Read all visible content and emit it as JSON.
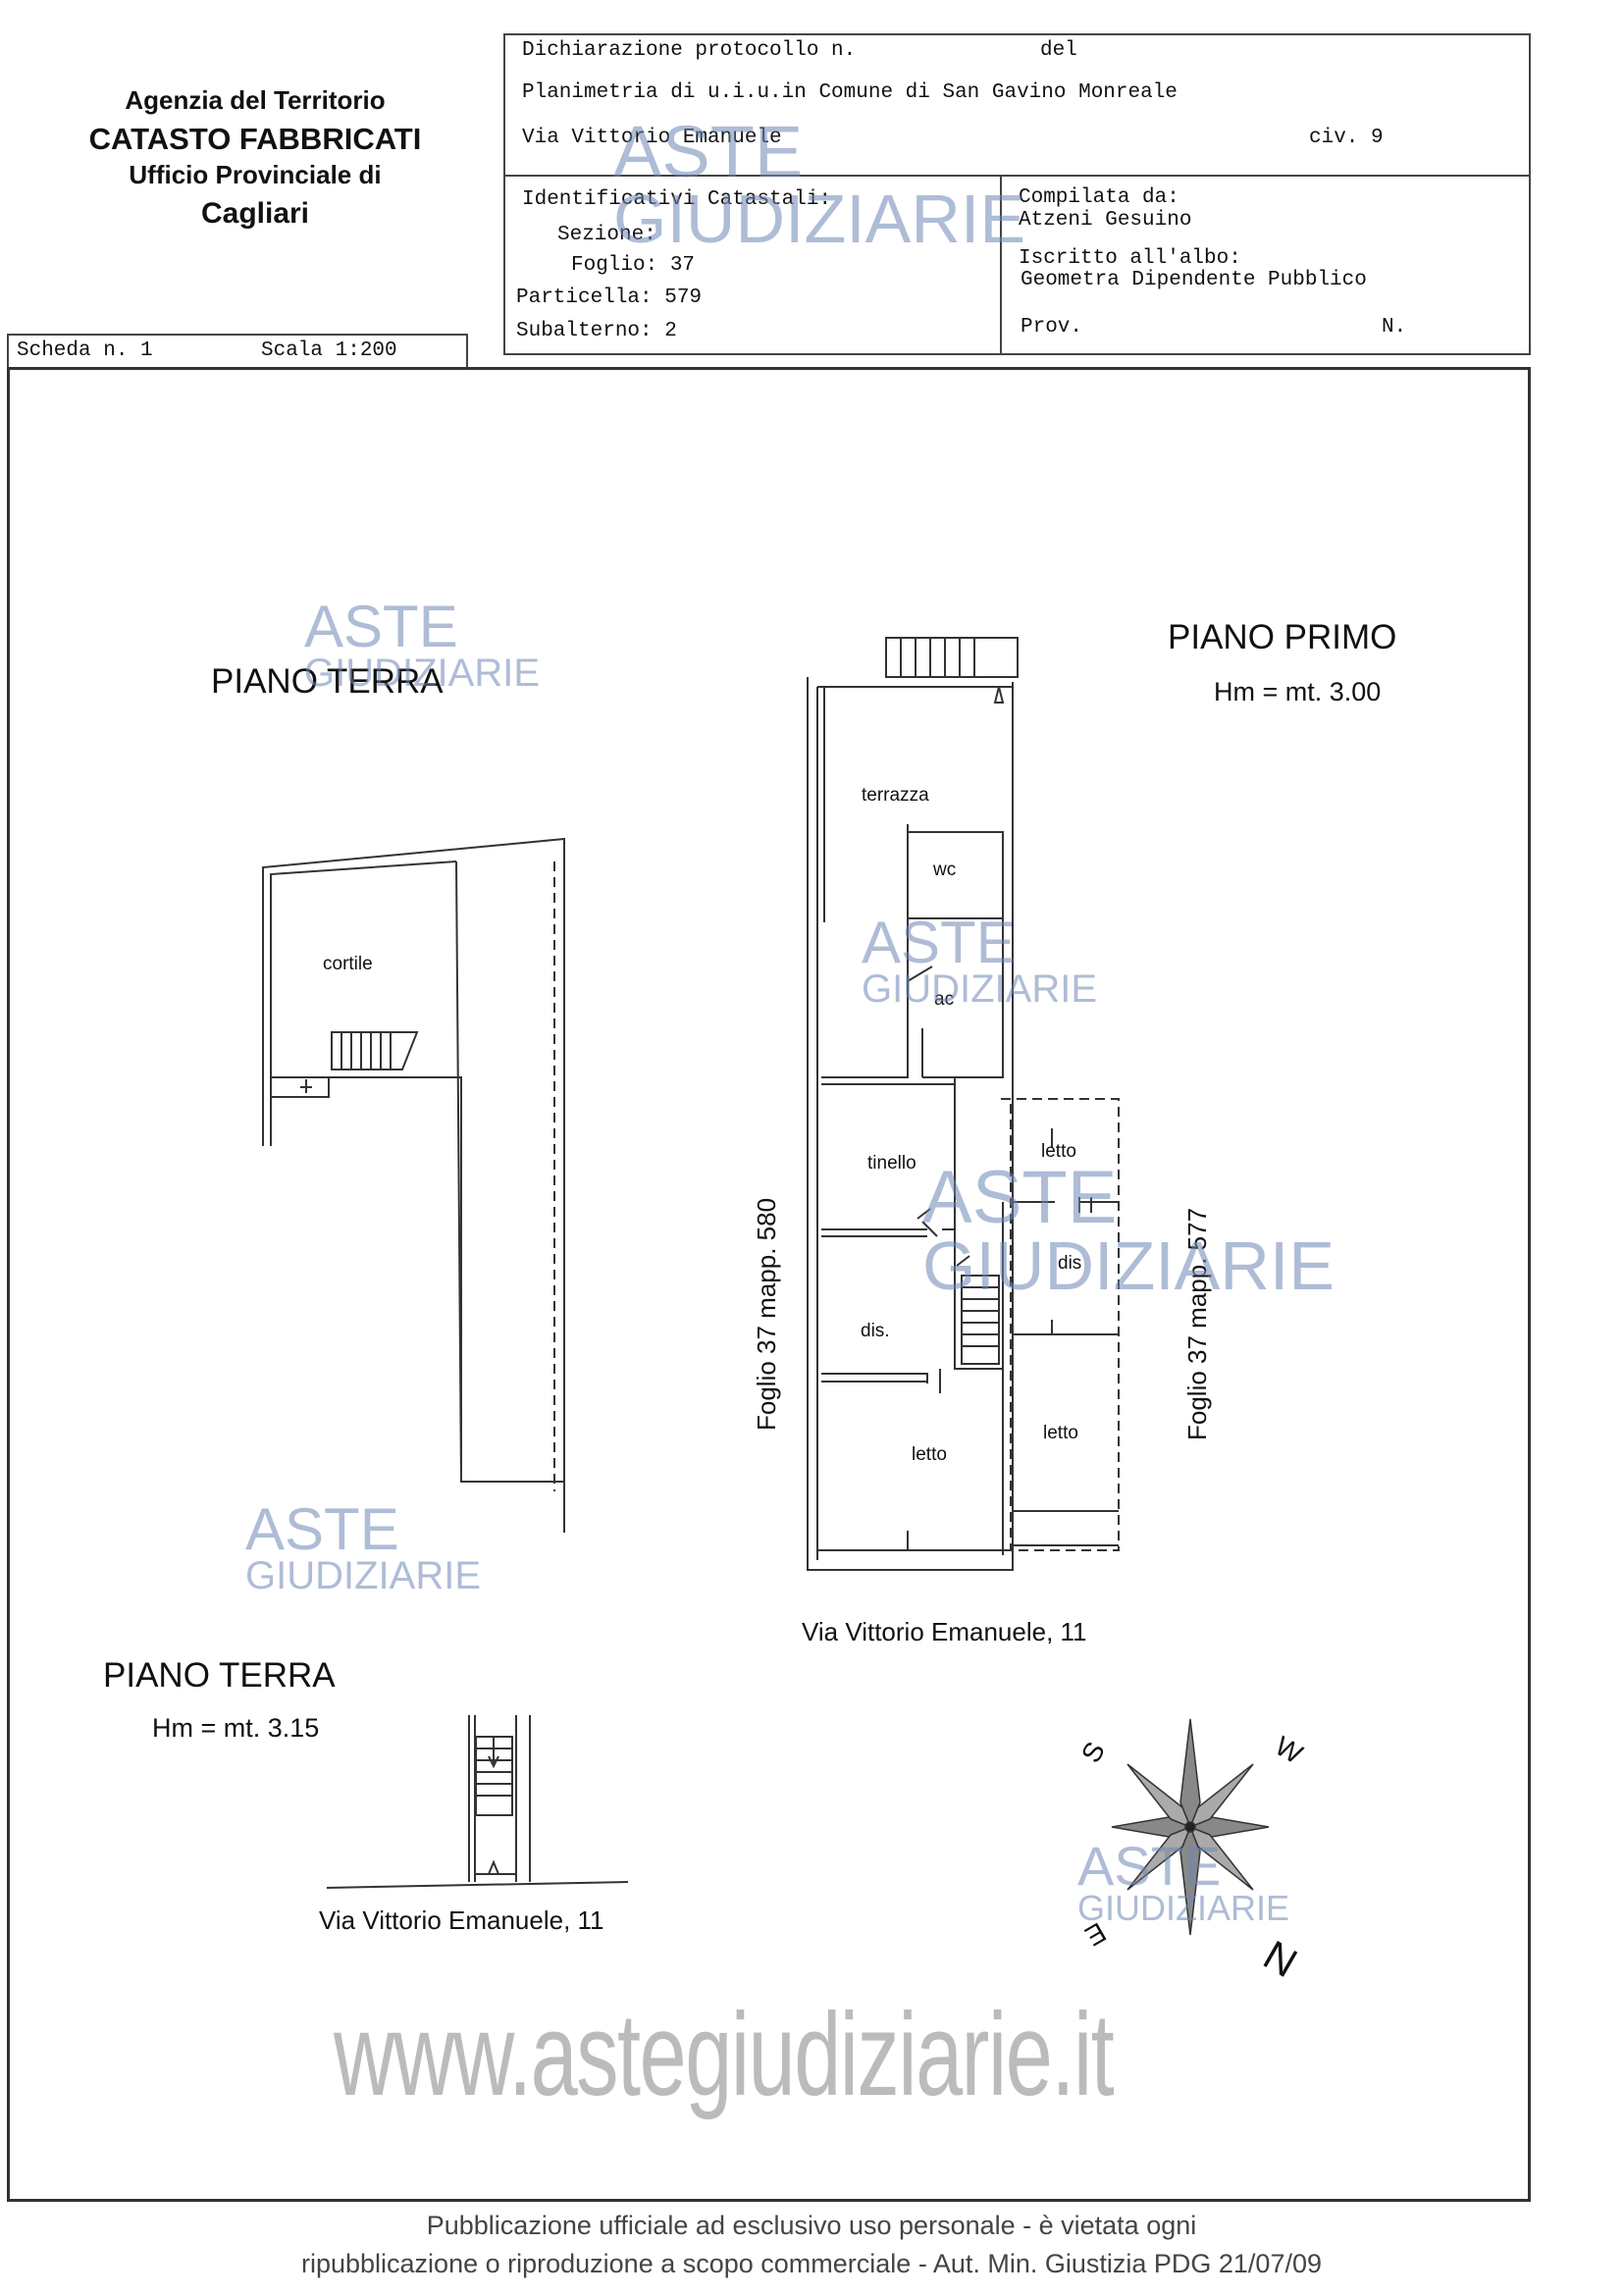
{
  "header": {
    "agency_line1": "Agenzia del Territorio",
    "agency_line2": "CATASTO FABBRICATI",
    "agency_line3": "Ufficio Provinciale di",
    "agency_line4": "Cagliari",
    "protocol_label": "Dichiarazione protocollo n.",
    "protocol_del": "del",
    "planimetria": "Planimetria di u.i.u.in Comune di San Gavino Monreale",
    "address": "Via Vittorio Emanuele",
    "civ": "civ. 9",
    "ident_title": "Identificativi Catastali:",
    "sezione": "Sezione:",
    "foglio": "Foglio: 37",
    "particella": "Particella: 579",
    "subalterno": "Subalterno: 2",
    "compilata_label": "Compilata da:",
    "compilata_name": "Atzeni Gesuino",
    "iscritto_label": "Iscritto all'albo:",
    "iscritto_value": "Geometra Dipendente Pubblico",
    "prov": "Prov.",
    "n": "N.",
    "scheda": "Scheda n. 1",
    "scala": "Scala 1:200"
  },
  "plan": {
    "piano_terra_top": "PIANO TERRA",
    "piano_primo": "PIANO PRIMO",
    "hm_primo": "Hm = mt. 3.00",
    "piano_terra_bottom": "PIANO TERRA",
    "hm_terra": "Hm = mt. 3.15",
    "rooms": {
      "cortile": "cortile",
      "terrazza": "terrazza",
      "wc": "wc",
      "ac": "ac",
      "tinello": "tinello",
      "dis_left": "dis.",
      "letto_left": "letto",
      "letto_top_right": "letto",
      "dis_right": "dis",
      "letto_bottom_right": "letto"
    },
    "foglio_left": "Foglio 37 mapp. 580",
    "foglio_right": "Foglio 37 mapp. 577",
    "street_primo": "Via Vittorio Emanuele, 11",
    "street_terra": "Via Vittorio Emanuele, 11",
    "compass": {
      "s": "S",
      "w": "W",
      "e": "E",
      "n": "N"
    }
  },
  "watermark": {
    "aste": "ASTE",
    "giudiziarie": "GIUDIZIARIE",
    "site": "www.astegiudiziarie.it"
  },
  "footer": {
    "line1": "Pubblicazione ufficiale ad esclusivo uso personale - è vietata ogni",
    "line2": "ripubblicazione o riproduzione a scopo commerciale - Aut. Min. Giustizia PDG 21/07/09"
  }
}
